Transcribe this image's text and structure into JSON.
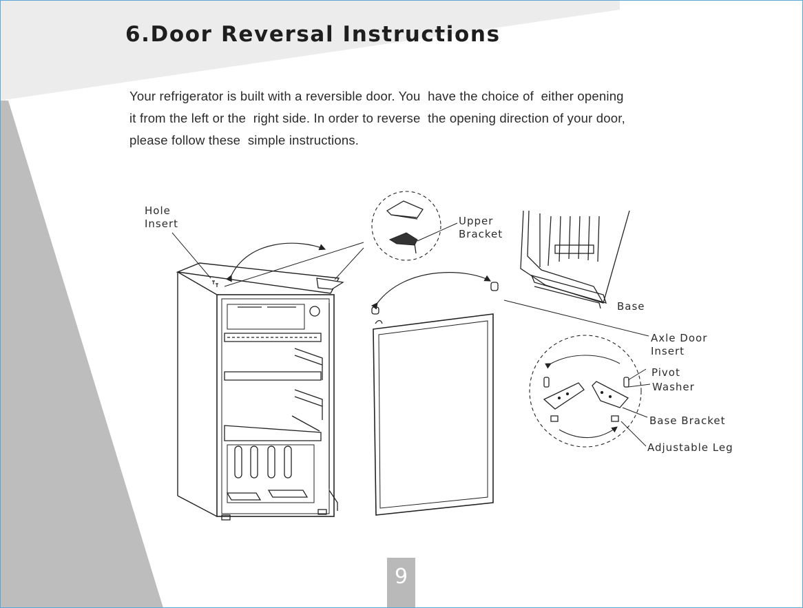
{
  "title": "6.Door Reversal Instructions",
  "intro_lines": [
    "Your refrigerator is built with a reversible door. You  have the choice of  either opening",
    "it from the left or the  right side. In order to reverse  the opening direction of your door,",
    "please follow these  simple instructions."
  ],
  "labels": {
    "hole_insert": [
      "Hole",
      "Insert"
    ],
    "upper_bracket": [
      "Upper",
      "Bracket"
    ],
    "base": "Base",
    "axle_door_insert": [
      "Axle Door",
      "Insert"
    ],
    "pivot": "Pivot",
    "washer": "Washer",
    "base_bracket": "Base Bracket",
    "adjustable_leg": "Adjustable Leg"
  },
  "page_number": "9",
  "colors": {
    "background_grey": "#bdbdbd",
    "header_band": "#ececec",
    "page_number_box": "#b9b9b9",
    "frame_blue": "#5aa7d8"
  }
}
